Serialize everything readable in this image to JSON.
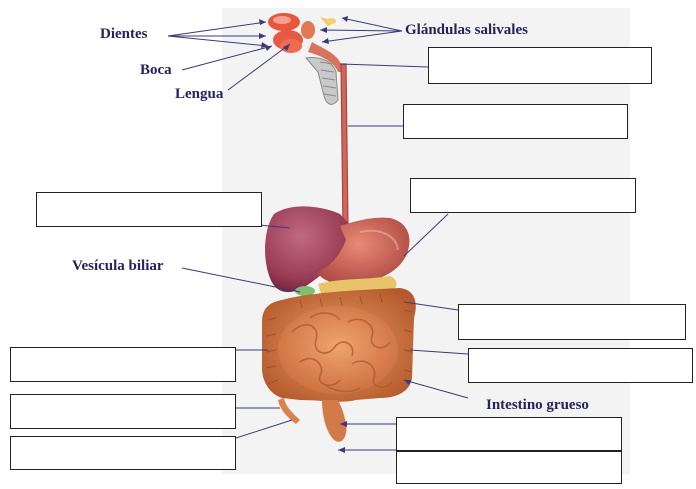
{
  "labels": {
    "teeth": "Dientes",
    "salivary_glands": "Glándulas salivales",
    "mouth": "Boca",
    "tongue": "Lengua",
    "gallbladder": "Vesícula biliar",
    "large_intestine": "Intestino grueso"
  },
  "blank_boxes": [
    "",
    "",
    "",
    "",
    "",
    "",
    "",
    "",
    "",
    ""
  ],
  "colors": {
    "label_text": "#24245e",
    "pointer_line": "#3a3a7a",
    "background_panel": "#f3f3f3",
    "liver": "#9a3c55",
    "stomach": "#c8574f",
    "esophagus": "#d06a5e",
    "intestine": "#d9844e"
  }
}
